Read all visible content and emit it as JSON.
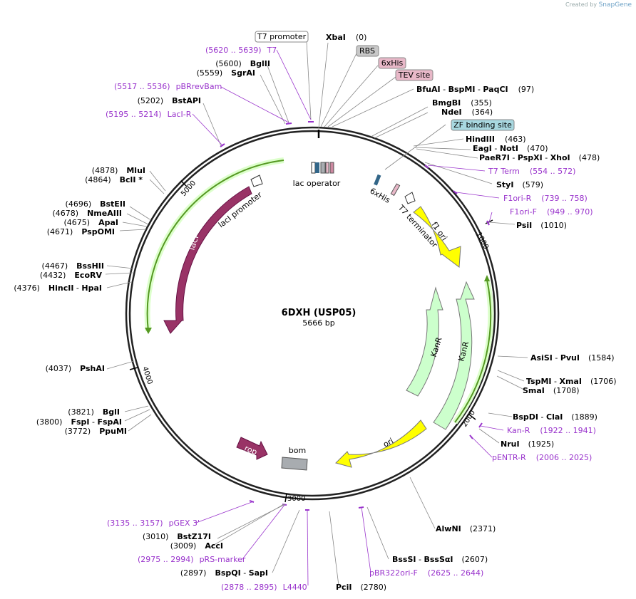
{
  "credit": {
    "prefix": "Created by",
    "brand": "SnapGene"
  },
  "plasmid": {
    "name": "6DXH (USP05)",
    "length": "5666 bp"
  },
  "ticks": [
    "1000",
    "2000",
    "3000",
    "4000",
    "5000"
  ],
  "boxed_labels": [
    {
      "text": "T7 promoter",
      "fill": "#ffffff"
    },
    {
      "text": "RBS",
      "fill": "#c8c8c8"
    },
    {
      "text": "6xHis",
      "fill": "#e8b8c8"
    },
    {
      "text": "TEV site",
      "fill": "#e8b8c8"
    },
    {
      "text": "ZF binding site",
      "fill": "#a8d8e0"
    }
  ],
  "sites_right": [
    {
      "pos": "(0)",
      "names": [
        "XbaI"
      ]
    },
    {
      "pos": "(97)",
      "names": [
        "BfuAI",
        "BspMI",
        "PaqCI"
      ]
    },
    {
      "pos": "(355)",
      "names": [
        "BmgBI"
      ]
    },
    {
      "pos": "(364)",
      "names": [
        "NdeI"
      ]
    },
    {
      "pos": "(463)",
      "names": [
        "HindIII"
      ]
    },
    {
      "pos": "(470)",
      "names": [
        "EagI",
        "NotI"
      ]
    },
    {
      "pos": "(478)",
      "names": [
        "PaeR7I",
        "PspXI",
        "XhoI"
      ]
    },
    {
      "pos": "(579)",
      "names": [
        "StyI"
      ]
    },
    {
      "pos": "(1010)",
      "names": [
        "PsiI"
      ]
    },
    {
      "pos": "(1584)",
      "names": [
        "AsiSI",
        "PvuI"
      ]
    },
    {
      "pos": "(1706)",
      "names": [
        "TspMI",
        "XmaI"
      ]
    },
    {
      "pos": "(1708)",
      "names": [
        "SmaI"
      ]
    },
    {
      "pos": "(1889)",
      "names": [
        "BspDI",
        "ClaI"
      ]
    },
    {
      "pos": "(1925)",
      "names": [
        "NruI"
      ]
    },
    {
      "pos": "(2371)",
      "names": [
        "AlwNI"
      ]
    },
    {
      "pos": "(2607)",
      "names": [
        "BssSI",
        "BssSαI"
      ]
    },
    {
      "pos": "(2780)",
      "names": [
        "PciI"
      ]
    }
  ],
  "sites_left": [
    {
      "pos": "(5600)",
      "names": [
        "BglII"
      ]
    },
    {
      "pos": "(5559)",
      "names": [
        "SgrAI"
      ]
    },
    {
      "pos": "(5202)",
      "names": [
        "BstAPI"
      ]
    },
    {
      "pos": "(4878)",
      "names": [
        "MluI"
      ]
    },
    {
      "pos": "(4864)",
      "names": [
        "BclI *"
      ]
    },
    {
      "pos": "(4696)",
      "names": [
        "BstEII"
      ]
    },
    {
      "pos": "(4678)",
      "names": [
        "NmeAIII"
      ]
    },
    {
      "pos": "(4675)",
      "names": [
        "ApaI"
      ]
    },
    {
      "pos": "(4671)",
      "names": [
        "PspOMI"
      ]
    },
    {
      "pos": "(4467)",
      "names": [
        "BssHII"
      ]
    },
    {
      "pos": "(4432)",
      "names": [
        "EcoRV"
      ]
    },
    {
      "pos": "(4376)",
      "names": [
        "HincII",
        "HpaI"
      ]
    },
    {
      "pos": "(4037)",
      "names": [
        "PshAI"
      ]
    },
    {
      "pos": "(3821)",
      "names": [
        "BglI"
      ]
    },
    {
      "pos": "(3800)",
      "names": [
        "FspI",
        "FspAI"
      ]
    },
    {
      "pos": "(3772)",
      "names": [
        "PpuMI"
      ]
    },
    {
      "pos": "(3010)",
      "names": [
        "BstZ17I"
      ]
    },
    {
      "pos": "(3009)",
      "names": [
        "AccI"
      ]
    },
    {
      "pos": "(2897)",
      "names": [
        "BspQI",
        "SapI"
      ]
    }
  ],
  "primers": [
    {
      "range": "(5620 .. 5639)",
      "name": "T7"
    },
    {
      "range": "(5517 .. 5536)",
      "name": "pBRrevBam"
    },
    {
      "range": "(5195 .. 5214)",
      "name": "LacI-R"
    },
    {
      "range": "(554 .. 572)",
      "name": "T7 Term"
    },
    {
      "range": "(739 .. 758)",
      "name": "F1ori-R"
    },
    {
      "range": "(949 .. 970)",
      "name": "F1ori-F"
    },
    {
      "range": "(1922 .. 1941)",
      "name": "Kan-R"
    },
    {
      "range": "(2006 .. 2025)",
      "name": "pENTR-R"
    },
    {
      "range": "(3135 .. 3157)",
      "name": "pGEX 3'"
    },
    {
      "range": "(2975 .. 2994)",
      "name": "pRS-marker"
    },
    {
      "range": "(2878 .. 2895)",
      "name": "L4440"
    },
    {
      "range": "(2625 .. 2644)",
      "name": "pBR322ori-F"
    }
  ],
  "features": {
    "lac_operator": "lac operator",
    "his": "6xHis",
    "t7_terminator": "T7 terminator",
    "f1_ori": "f1 ori",
    "kanr_a": "KanR",
    "kanr_b": "KanR",
    "ori": "ori",
    "rop": "rop",
    "bom": "bom",
    "laci": "lacI",
    "laci_promoter": "lacI promoter"
  },
  "colors": {
    "laci": "#993366",
    "yellow": "#ffff00",
    "kanr": "#ccffcc",
    "green_line": "#66aa22",
    "purple": "#9933cc",
    "bom": "#a8acb0"
  }
}
